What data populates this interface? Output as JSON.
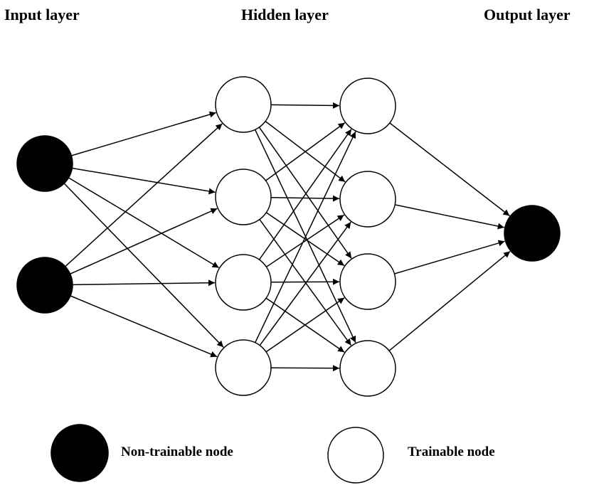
{
  "titles": {
    "input": "Input layer",
    "hidden": "Hidden layer",
    "output": "Output layer"
  },
  "legend": {
    "non_trainable": "Non-trainable node",
    "trainable": "Trainable node"
  },
  "colors": {
    "non_trainable_fill": "#000000",
    "trainable_fill": "#ffffff",
    "stroke": "#000000"
  },
  "network": {
    "layers": [
      {
        "name": "input",
        "count": 2,
        "node_type": "non_trainable"
      },
      {
        "name": "hidden1",
        "count": 4,
        "node_type": "trainable"
      },
      {
        "name": "hidden2",
        "count": 4,
        "node_type": "trainable"
      },
      {
        "name": "output",
        "count": 1,
        "node_type": "non_trainable"
      }
    ],
    "connections": "fully-connected between consecutive layers"
  }
}
